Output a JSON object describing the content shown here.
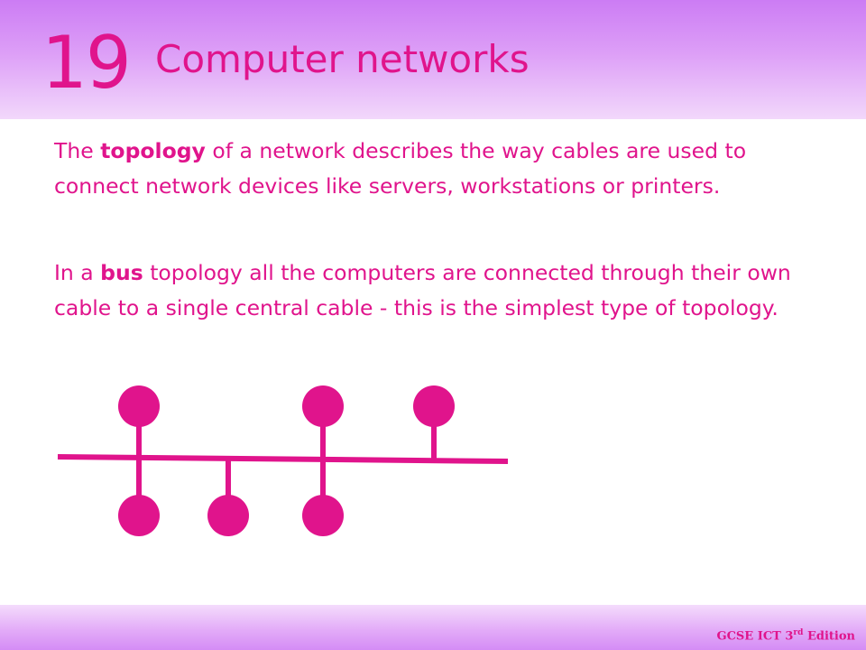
{
  "header": {
    "chapter_number": "19",
    "chapter_title": "Computer networks"
  },
  "paragraphs": [
    {
      "before": "The ",
      "bold": "topology",
      "after": " of a network describes the way cables are used to connect network devices like servers, workstations or printers."
    },
    {
      "before": "In a ",
      "bold": "bus",
      "after": " topology all the computers are connected through their own cable to a single central cable - this is the simplest type of topology."
    }
  ],
  "diagram": {
    "type": "bus-topology",
    "computers_above_bus": 3,
    "computers_below_bus": 3
  },
  "footer": {
    "edition_prefix": "GCSE ICT 3",
    "edition_sup": "rd",
    "edition_suffix": " Edition"
  },
  "colors": {
    "accent": "#e0148c",
    "header_top": "#cc7cf4",
    "header_bottom": "#f2d8fb",
    "footer_bottom": "#d48cf5"
  }
}
